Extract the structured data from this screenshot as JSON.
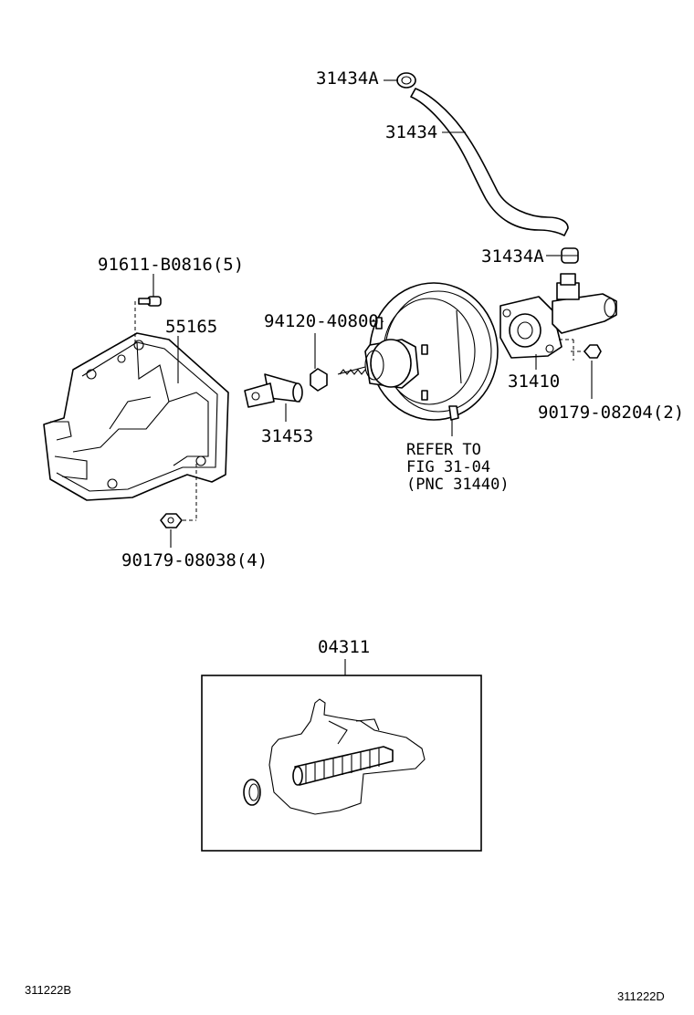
{
  "labels": {
    "hose_clip_top": "31434A",
    "hose": "31434",
    "hose_clip_bottom": "31434A",
    "bolt_top": "91611-B0816(5)",
    "bracket": "55165",
    "nut_pin": "94120-40800",
    "pushrod_clevis": "31453",
    "master_cylinder": "31410",
    "nut_cylinder": "90179-08204(2)",
    "refer_line1": "REFER TO",
    "refer_line2": "FIG 31-04",
    "refer_line3": "(PNC 31440)",
    "nut_bottom": "90179-08038(4)",
    "repair_kit": "04311"
  },
  "footer": {
    "code_left": "311222B",
    "code_right": "311222D"
  }
}
